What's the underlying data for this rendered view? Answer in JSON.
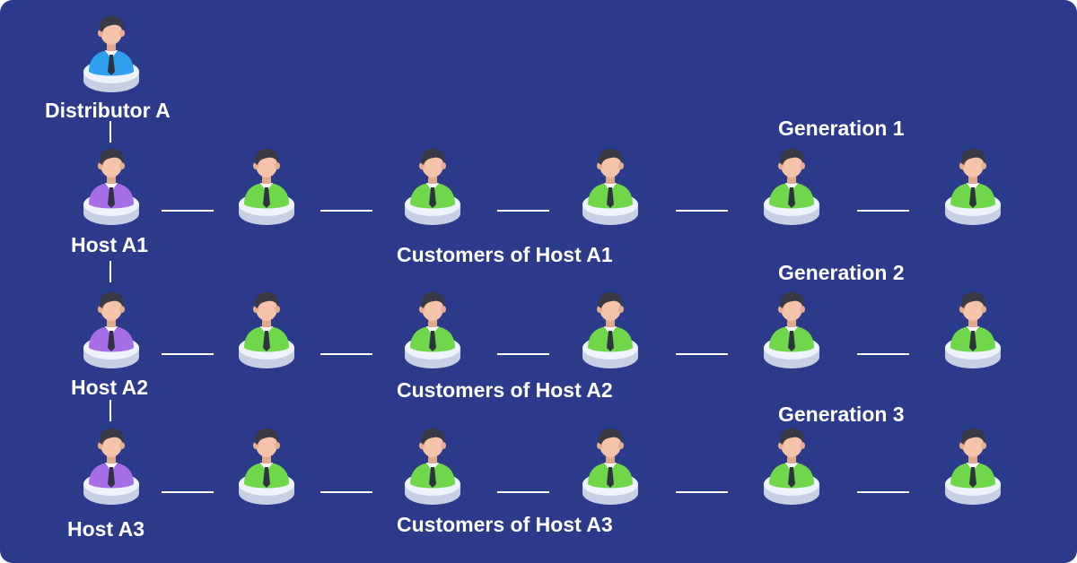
{
  "distributor": {
    "label": "Distributor A"
  },
  "rows": [
    {
      "host_label": "Host A1",
      "customers_label": "Customers of Host A1",
      "generation_label": "Generation 1"
    },
    {
      "host_label": "Host A2",
      "customers_label": "Customers of Host A2",
      "generation_label": "Generation 2"
    },
    {
      "host_label": "Host A3",
      "customers_label": "Customers of Host A3",
      "generation_label": "Generation 3"
    }
  ],
  "colors": {
    "background": "#2b3a8a",
    "distributor_shirt": "#2f9ff0",
    "host_shirt": "#a56ee6",
    "customer_shirt": "#6fd84a",
    "base": "#e4eaf5",
    "text": "#ffffff"
  },
  "icons": {
    "person": "person-avatar-icon"
  }
}
